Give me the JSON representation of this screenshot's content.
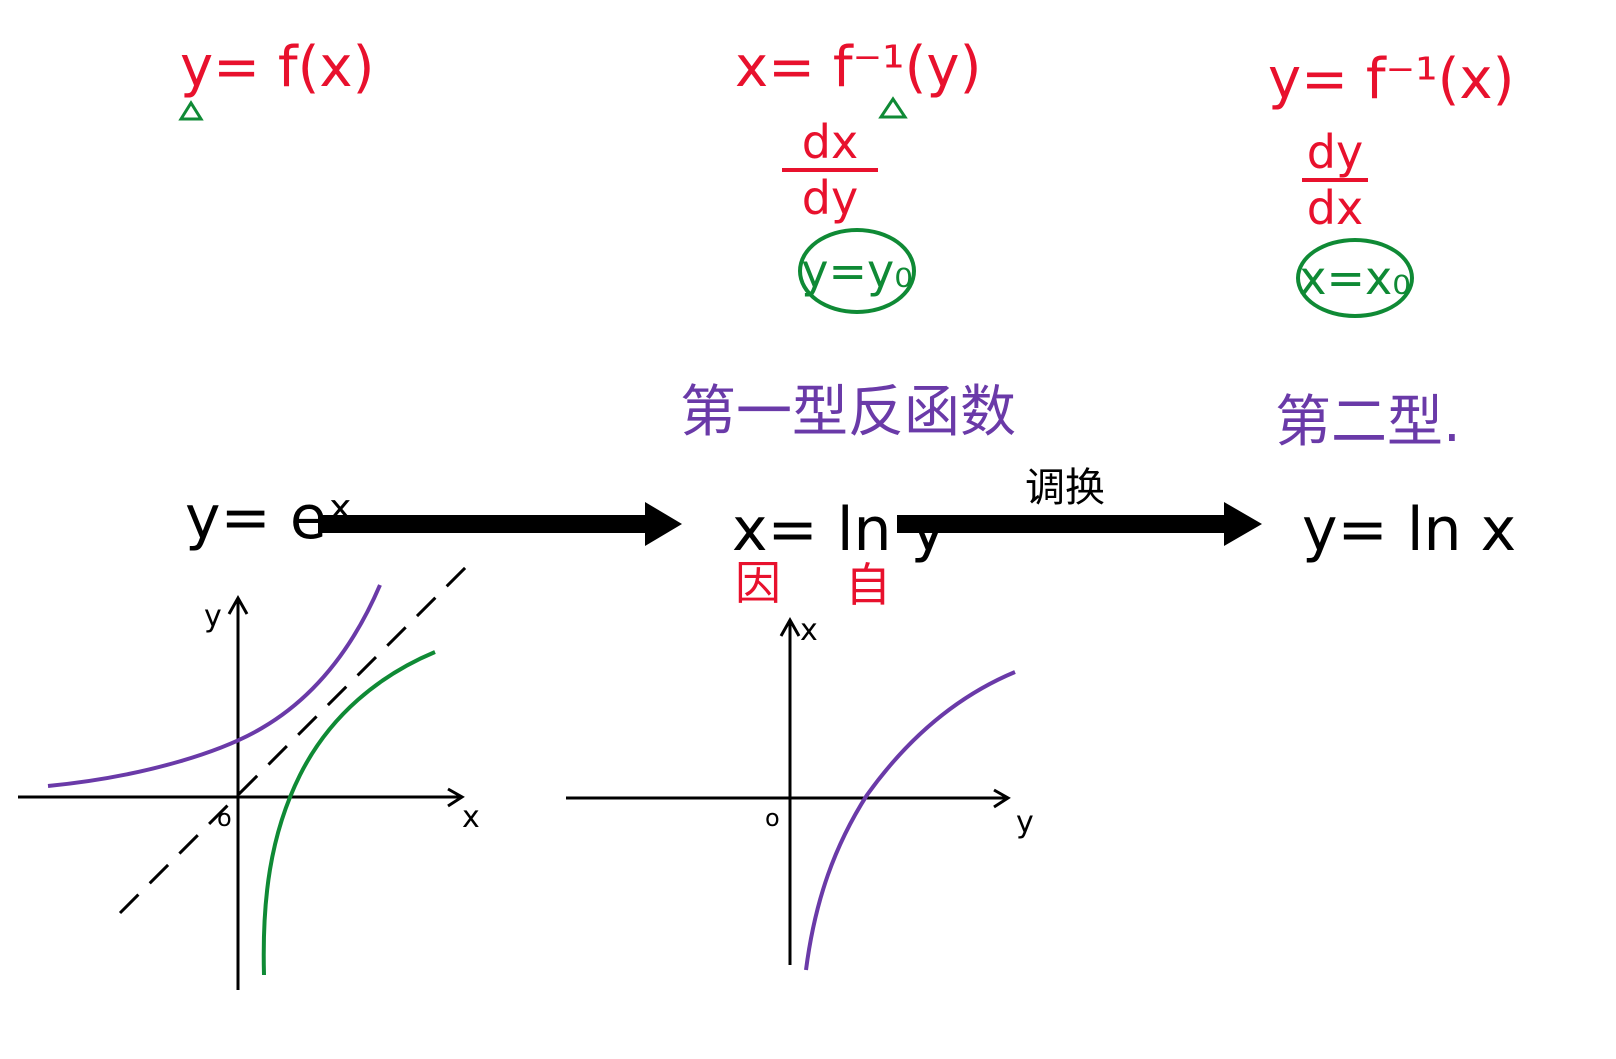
{
  "colors": {
    "red": "#e8112d",
    "green": "#0f8a35",
    "purple": "#6a3aa8",
    "black": "#000000"
  },
  "top": {
    "col1": {
      "eq": "y= f(x)"
    },
    "col2": {
      "eq": "x= f⁻¹(y)",
      "frac_num": "dx",
      "frac_den": "dy",
      "circled": "y=y₀"
    },
    "col3": {
      "eq": "y= f⁻¹(x)",
      "frac_num": "dy",
      "frac_den": "dx",
      "circled": "x=x₀"
    }
  },
  "middle": {
    "label1": "第一型反函数",
    "label2": "第二型.",
    "eq1": "y= eˣ",
    "eq2": "x= ln y",
    "eq3": "y= ln x",
    "arrow2_label": "调换",
    "under_x": "因",
    "under_y": "自"
  },
  "graph1": {
    "y_label": "y",
    "x_label": "x",
    "origin": "o"
  },
  "graph2": {
    "y_label": "x",
    "x_label": "y",
    "origin": "o"
  }
}
